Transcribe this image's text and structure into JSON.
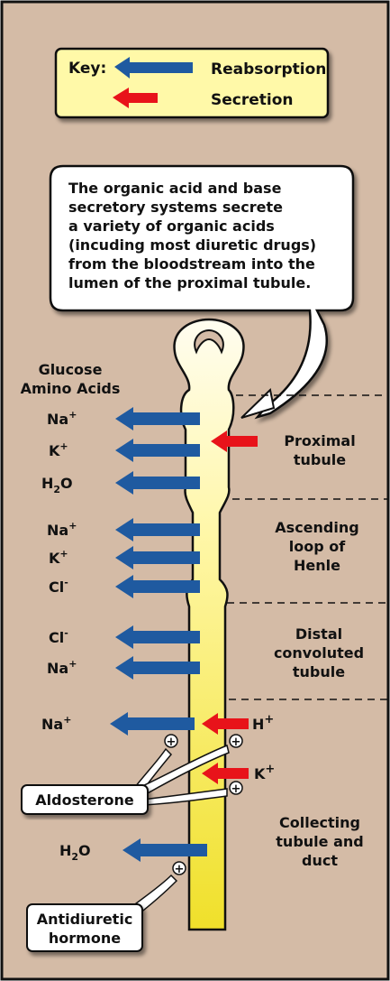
{
  "key": {
    "title": "Key:",
    "reabsorption": "Reabsorption",
    "secretion": "Secretion"
  },
  "callout": {
    "lines": [
      "The organic acid and base",
      "secretory systems secrete",
      "a variety of organic acids",
      "(incuding most diuretic drugs)",
      "from the bloodstream into the",
      "lumen of the proximal tubule."
    ]
  },
  "left_header": {
    "line1": "Glucose",
    "line2": "Amino Acids"
  },
  "ions": {
    "na": "Na",
    "k": "K",
    "h2o_h": "H",
    "h2o_sub": "2",
    "h2o_o": "O",
    "cl": "Cl",
    "plus": "+",
    "minus": "-",
    "h": "H"
  },
  "segments": {
    "proximal": [
      "Proximal",
      "tubule"
    ],
    "ascending": [
      "Ascending",
      "loop of",
      "Henle"
    ],
    "distal": [
      "Distal",
      "convoluted",
      "tubule"
    ],
    "collecting": [
      "Collecting",
      "tubule and",
      "duct"
    ]
  },
  "hormones": {
    "aldosterone": "Aldosterone",
    "adh_line1": "Antidiuretic",
    "adh_line2": "hormone"
  },
  "stimulation_symbol": "+",
  "colors": {
    "background": "#d4bba6",
    "reabsorption": "#1f5aa0",
    "secretion": "#e8131a",
    "tubule_light": "#fffbe0",
    "tubule_dark": "#f2e32a"
  }
}
